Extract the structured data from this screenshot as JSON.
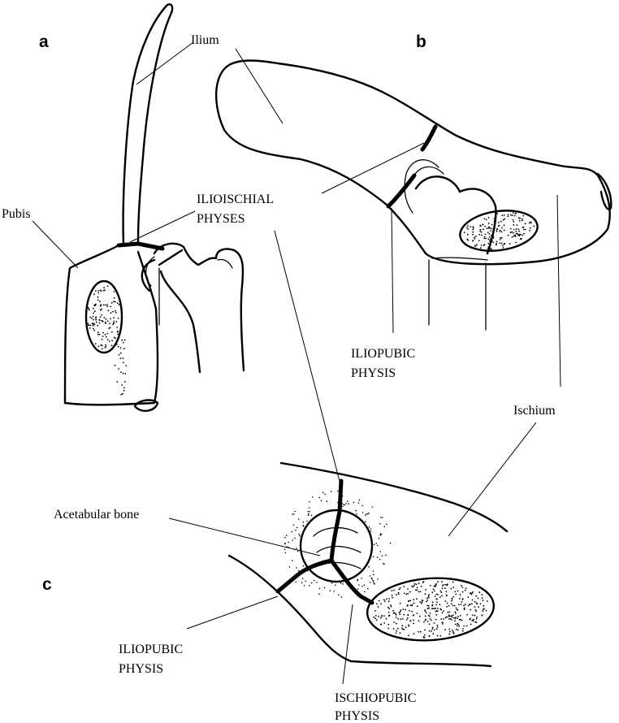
{
  "panels": {
    "a": "a",
    "b": "b",
    "c": "c"
  },
  "labels": {
    "ilium": "Ilium",
    "pubis": "Pubis",
    "ilioischial_1": "ILIOISCHIAL",
    "ilioischial_2": "PHYSES",
    "iliopubic_b_1": "ILIOPUBIC",
    "iliopubic_b_2": "PHYSIS",
    "ischium": "Ischium",
    "acetabular": "Acetabular bone",
    "iliopubic_c_1": "ILIOPUBIC",
    "iliopubic_c_2": "PHYSIS",
    "ischiopubic_1": "ISCHIOPUBIC",
    "ischiopubic_2": "PHYSIS"
  }
}
